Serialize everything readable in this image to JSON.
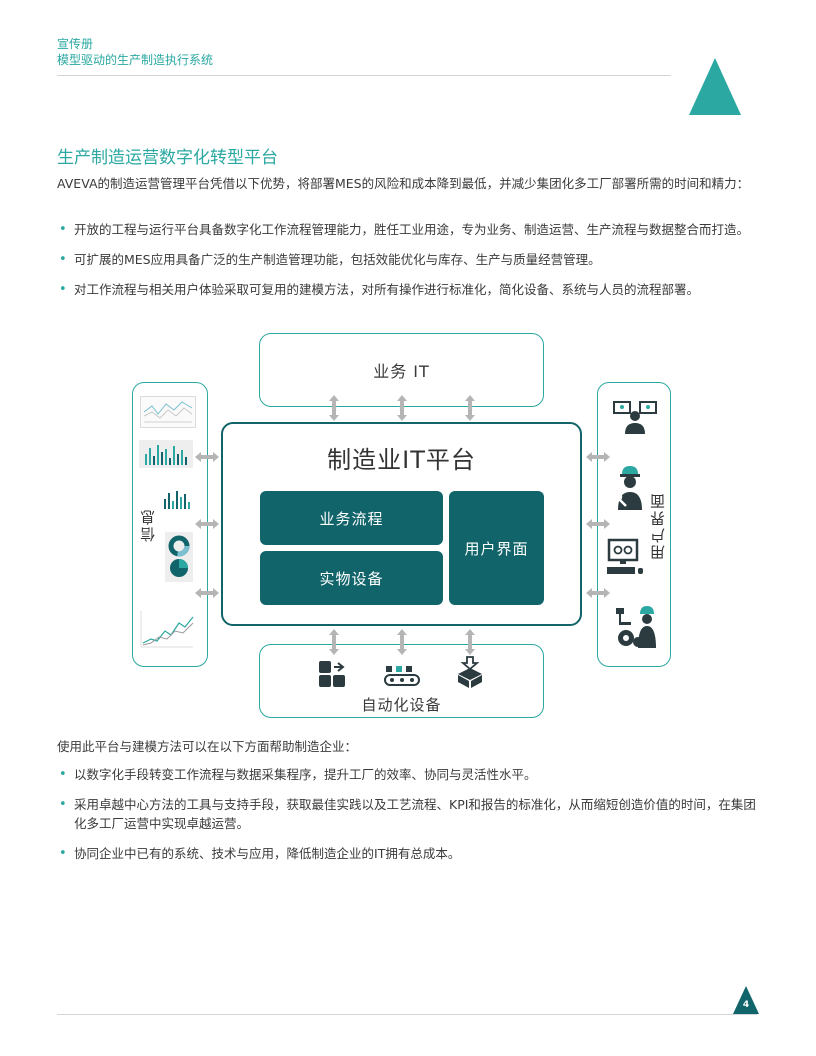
{
  "header": {
    "line1": "宣传册",
    "line2": "模型驱动的生产制造执行系统"
  },
  "section_title": "生产制造运营数字化转型平台",
  "intro": "AVEVA的制造运营管理平台凭借以下优势，将部署MES的风险和成本降到最低，并减少集团化多工厂部署所需的时间和精力：",
  "bullets1": [
    "开放的工程与运行平台具备数字化工作流程管理能力，胜任工业用途，专为业务、制造运营、生产流程与数据整合而打造。",
    "可扩展的MES应用具备广泛的生产制造管理功能，包括效能优化与库存、生产与质量经营管理。",
    "对工作流程与相关用户体验采取可复用的建模方法，对所有操作进行标准化，简化设备、系统与人员的流程部署。"
  ],
  "diagram": {
    "top_box": "业务 IT",
    "platform_title": "制造业IT平台",
    "tile_process": "业务流程",
    "tile_equipment": "实物设备",
    "tile_ui": "用户界面",
    "bottom_box": "自动化设备",
    "left_label": "信息",
    "right_label": "用户界面"
  },
  "para2": "使用此平台与建模方法可以在以下方面帮助制造企业：",
  "bullets2": [
    "以数字化手段转变工作流程与数据采集程序，提升工厂的效率、协同与灵活性水平。",
    "采用卓越中心方法的工具与支持手段，获取最佳实践以及工艺流程、KPI和报告的标准化，从而缩短创造价值的时间，在集团化多工厂运营中实现卓越运营。",
    "协同企业中已有的系统、技术与应用，降低制造企业的IT拥有总成本。"
  ],
  "page_number": "4",
  "colors": {
    "accent": "#2aa8a1",
    "dark_teal": "#11646a",
    "arrow_gray": "#b5b5b5"
  },
  "icons": [
    "dashboard-icon",
    "bar-chart-icon",
    "histogram-icon",
    "donut-chart-icon",
    "line-chart-icon",
    "monitor-operator-icon",
    "engineer-wrench-icon",
    "computer-icon",
    "robot-worker-icon",
    "building-blocks-icon",
    "conveyor-icon",
    "box-arrow-icon"
  ]
}
